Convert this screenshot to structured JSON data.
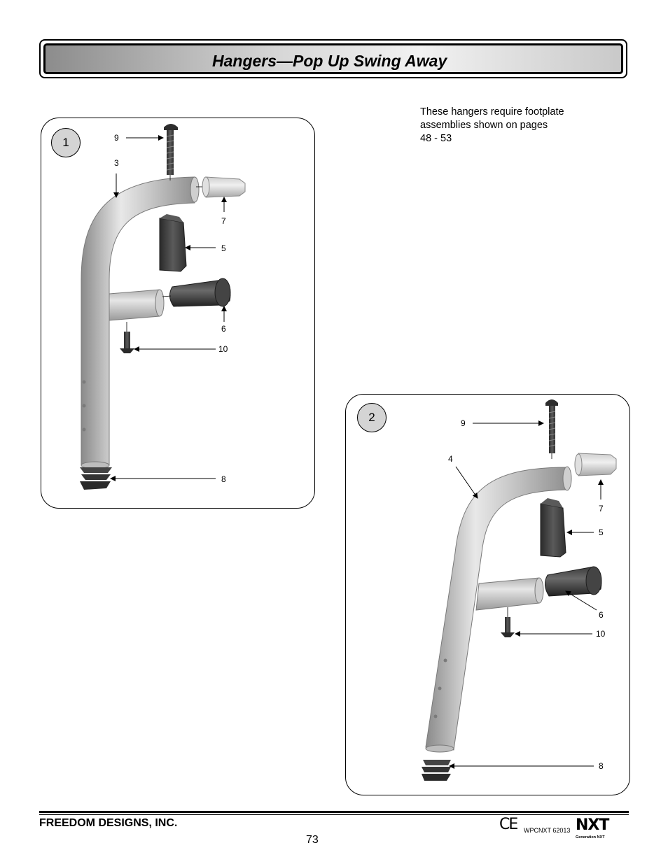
{
  "header": {
    "title": "Hangers—Pop Up Swing Away"
  },
  "note": {
    "lines": [
      "These hangers require footplate",
      "assemblies shown on pages",
      "48 - 53"
    ]
  },
  "figure1": {
    "badge": "1",
    "callouts": {
      "c9": "9",
      "c3": "3",
      "c7": "7",
      "c5": "5",
      "c6": "6",
      "c10": "10",
      "c8": "8"
    }
  },
  "figure2": {
    "badge": "2",
    "callouts": {
      "c9": "9",
      "c4": "4",
      "c7": "7",
      "c5": "5",
      "c6": "6",
      "c10": "10",
      "c8": "8"
    }
  },
  "footer": {
    "company": "FREEDOM DESIGNS, INC.",
    "page_number": "73",
    "ce_mark": "CE",
    "doc_code": "WPCNXT 62013",
    "logo_text": "NXT",
    "logo_subtext": "Generation NXT"
  }
}
